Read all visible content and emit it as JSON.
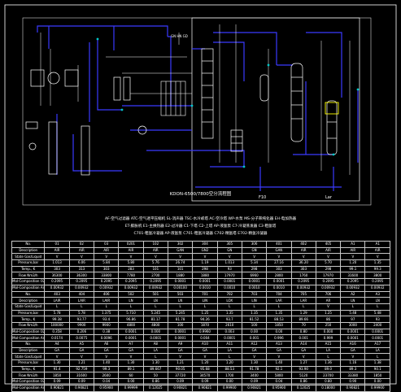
{
  "diagram": {
    "title": "KDON-6500/7800空分流程图",
    "line_colors": {
      "main": "#3a3aff",
      "white": "#ffffff",
      "yellow": "#ffff00",
      "cyan": "#00c8c8"
    },
    "labels": {
      "top_pipes": "GN HN GD",
      "flow_left": "F10",
      "flow_right": "Lar"
    },
    "legend_rows": [
      "AF-空气过滤器   ATC-空气透平压缩机   SL-消声器   TSC-水冷却塔   AC-空冷塔   WP-水泵   MS-分子筛纯化器   EH-电加热器",
      "ET-膨胀机   E1-主换热器   E2-过冷器   C1-下塔   C2-上塔   AP-液氩泵   C7-冷凝蒸发器   C3-粗氩塔",
      "C701-粗氩冷凝器   AP-液氩泵   C701-粗氩冷凝器   C702-精氩塔   E702-精氩冷凝器"
    ]
  },
  "table": {
    "rows": [
      [
        "No.",
        "01",
        "02",
        "03",
        "0201",
        "102",
        "302",
        "304",
        "305",
        "306",
        "401",
        "402",
        "405",
        "A1",
        "A1"
      ],
      [
        "Description",
        "AIR",
        "AIR",
        "AIR",
        "AIR",
        "AIR",
        "GAN",
        "GN2",
        "GN",
        "GN",
        "GAN",
        "AIR",
        "AIR",
        "AIR",
        "AIR"
      ],
      [
        "State Gas/Liquid",
        "V",
        "V",
        "V",
        "V",
        "V",
        "V",
        "V",
        "V",
        "V",
        "V",
        "V",
        "V",
        "V",
        "V"
      ],
      [
        "Pressure,bar",
        "1.013",
        "6.06",
        "5.84",
        "5.80",
        "5.76",
        "26.74",
        "1.19",
        "1.013",
        "5.34",
        "27.16",
        "36.20",
        "5.70",
        "1.20",
        "1.35"
      ],
      [
        "Temp., K",
        "303",
        "313",
        "303",
        "283",
        "101",
        "101",
        "298",
        "93",
        "298",
        "303",
        "303",
        "298",
        "99.1",
        "99.3"
      ],
      [
        "Flow Nm3/h",
        "36300",
        "36300",
        "33800",
        "7780",
        "2700",
        "1880",
        "1880",
        "17970",
        "6960",
        "2800",
        "1760",
        "17970",
        "31600",
        "3800"
      ],
      [
        "Mol-Composition  O2",
        "0.2095",
        "0.2095",
        "0.2095",
        "0.2095",
        "0.2095",
        "0.0001",
        "0.0001",
        "0.0001",
        "0.0001",
        "0.0001",
        "0.2095",
        "0.2095",
        "0.2095",
        "0.2095"
      ],
      [
        "Mol-Composition  Ar",
        "0.00932",
        "0.00932",
        "0.00932",
        "0.00932",
        "0.00932",
        "0.00100",
        "0.0010",
        "0.0010",
        "0.0010",
        "0.0010",
        "0.00932",
        "0.00932",
        "0.00932",
        "0.00932"
      ],
      [
        "No.",
        "403",
        "404",
        "406",
        "502",
        "501",
        "503",
        "701",
        "702",
        "703",
        "704",
        "705",
        "706",
        "A2",
        "A3"
      ],
      [
        "Description",
        "LAIR",
        "LAIR",
        "LAIR",
        "LN",
        "LN",
        "LN",
        "LIN",
        "LOX",
        "LIN",
        "LAR",
        "LAR",
        "AR",
        "LN",
        "LN"
      ],
      [
        "State Gas/Liquid",
        "L",
        "L",
        "L",
        "L",
        "L",
        "L",
        "L",
        "L",
        "L",
        "L",
        "L",
        "V",
        "L",
        "L"
      ],
      [
        "Pressure,bar",
        "5.78",
        "5.78",
        "1.375",
        "5.710",
        "5.245",
        "5.245",
        "1.25",
        "1.35",
        "1.35",
        "1.35",
        "1.29",
        "1.25",
        "5.48",
        "5.48"
      ],
      [
        "Temp., K",
        "99.38",
        "93.77",
        "93.4",
        "96.86",
        "81.17",
        "81.78",
        "94.26",
        "93.7",
        "81.52",
        "88.53",
        "89.66",
        "86",
        "97",
        "93"
      ],
      [
        "Flow Nm3/h",
        "100000",
        "9900",
        "9900",
        "4800",
        "4800",
        "100",
        "1870",
        "2610",
        "100",
        "1850",
        "70",
        "250",
        "3000",
        "2400"
      ],
      [
        "Mol-Composition  O2",
        "0.358",
        "0.206",
        "0.38",
        "0.0001",
        "0.000",
        "0.0001",
        "0.9960",
        "0.003",
        "0.00",
        "0.00",
        "0.80",
        "0.000",
        "0.0001",
        "0.0001"
      ],
      [
        "Mol-Composition  Ar",
        "0.0174",
        "0.0075",
        "0.0096",
        "0.0001",
        "0.0001",
        "0.0001",
        "0.004",
        "0.0001",
        "0.001",
        "0.996",
        "0.001",
        "0.999",
        "0.0001",
        "0.0001"
      ],
      [
        "No.",
        "A4",
        "A5",
        "A6",
        "A7",
        "A8",
        "A9",
        "A10",
        "A11",
        "A12",
        "A13",
        "A14",
        "A15",
        "A16",
        "A17"
      ],
      [
        "Description",
        "GA",
        "GA",
        "GA",
        "GA",
        "LA",
        "GA",
        "GA",
        "LA",
        "GA",
        "GA",
        "GA",
        "LA",
        "GA",
        "LA"
      ],
      [
        "State Gas/Liquid",
        "V",
        "V",
        "V",
        "V",
        "L",
        "V",
        "V",
        "L",
        "V",
        "V",
        "V",
        "L",
        "V",
        "L"
      ],
      [
        "Pressure,bar",
        "1.30",
        "1.21",
        "1.40",
        "1.30",
        "1.30",
        "1.21",
        "1.20",
        "1.20",
        "1.30",
        "1.40",
        "1.27",
        "1.36",
        "1.16",
        "1.38"
      ],
      [
        "Temp., K",
        "91.4",
        "92.759",
        "99.3",
        "89.1",
        "89.667",
        "90.05",
        "95.68",
        "88.53",
        "91.78",
        "92.1",
        "93.90",
        "89.0",
        "89.3",
        "90.1"
      ],
      [
        "Flow Nm3/h",
        "1850",
        "31600",
        "2600",
        "60",
        "50",
        "37720",
        "34570",
        "1700",
        "3400",
        "5800",
        "5120",
        "23700",
        "33380",
        "1850"
      ],
      [
        "Mol-Composition  O2",
        "0.09",
        "0.09",
        "0.04",
        "0.00",
        "0.86",
        "0.09",
        "0.09",
        "0.00",
        "0.09",
        "0.04",
        "0.86",
        "0.80",
        "0.90",
        "0.00"
      ],
      [
        "Mol-Composition  Ar",
        "0.90821",
        "0.90821",
        "0.95900",
        "0.99999",
        "0.12025",
        "0.90821",
        "0.90821",
        "0.99900",
        "0.90821",
        "0.95900",
        "0.12025",
        "0.18000",
        "0.90821",
        "0.99900"
      ]
    ]
  }
}
